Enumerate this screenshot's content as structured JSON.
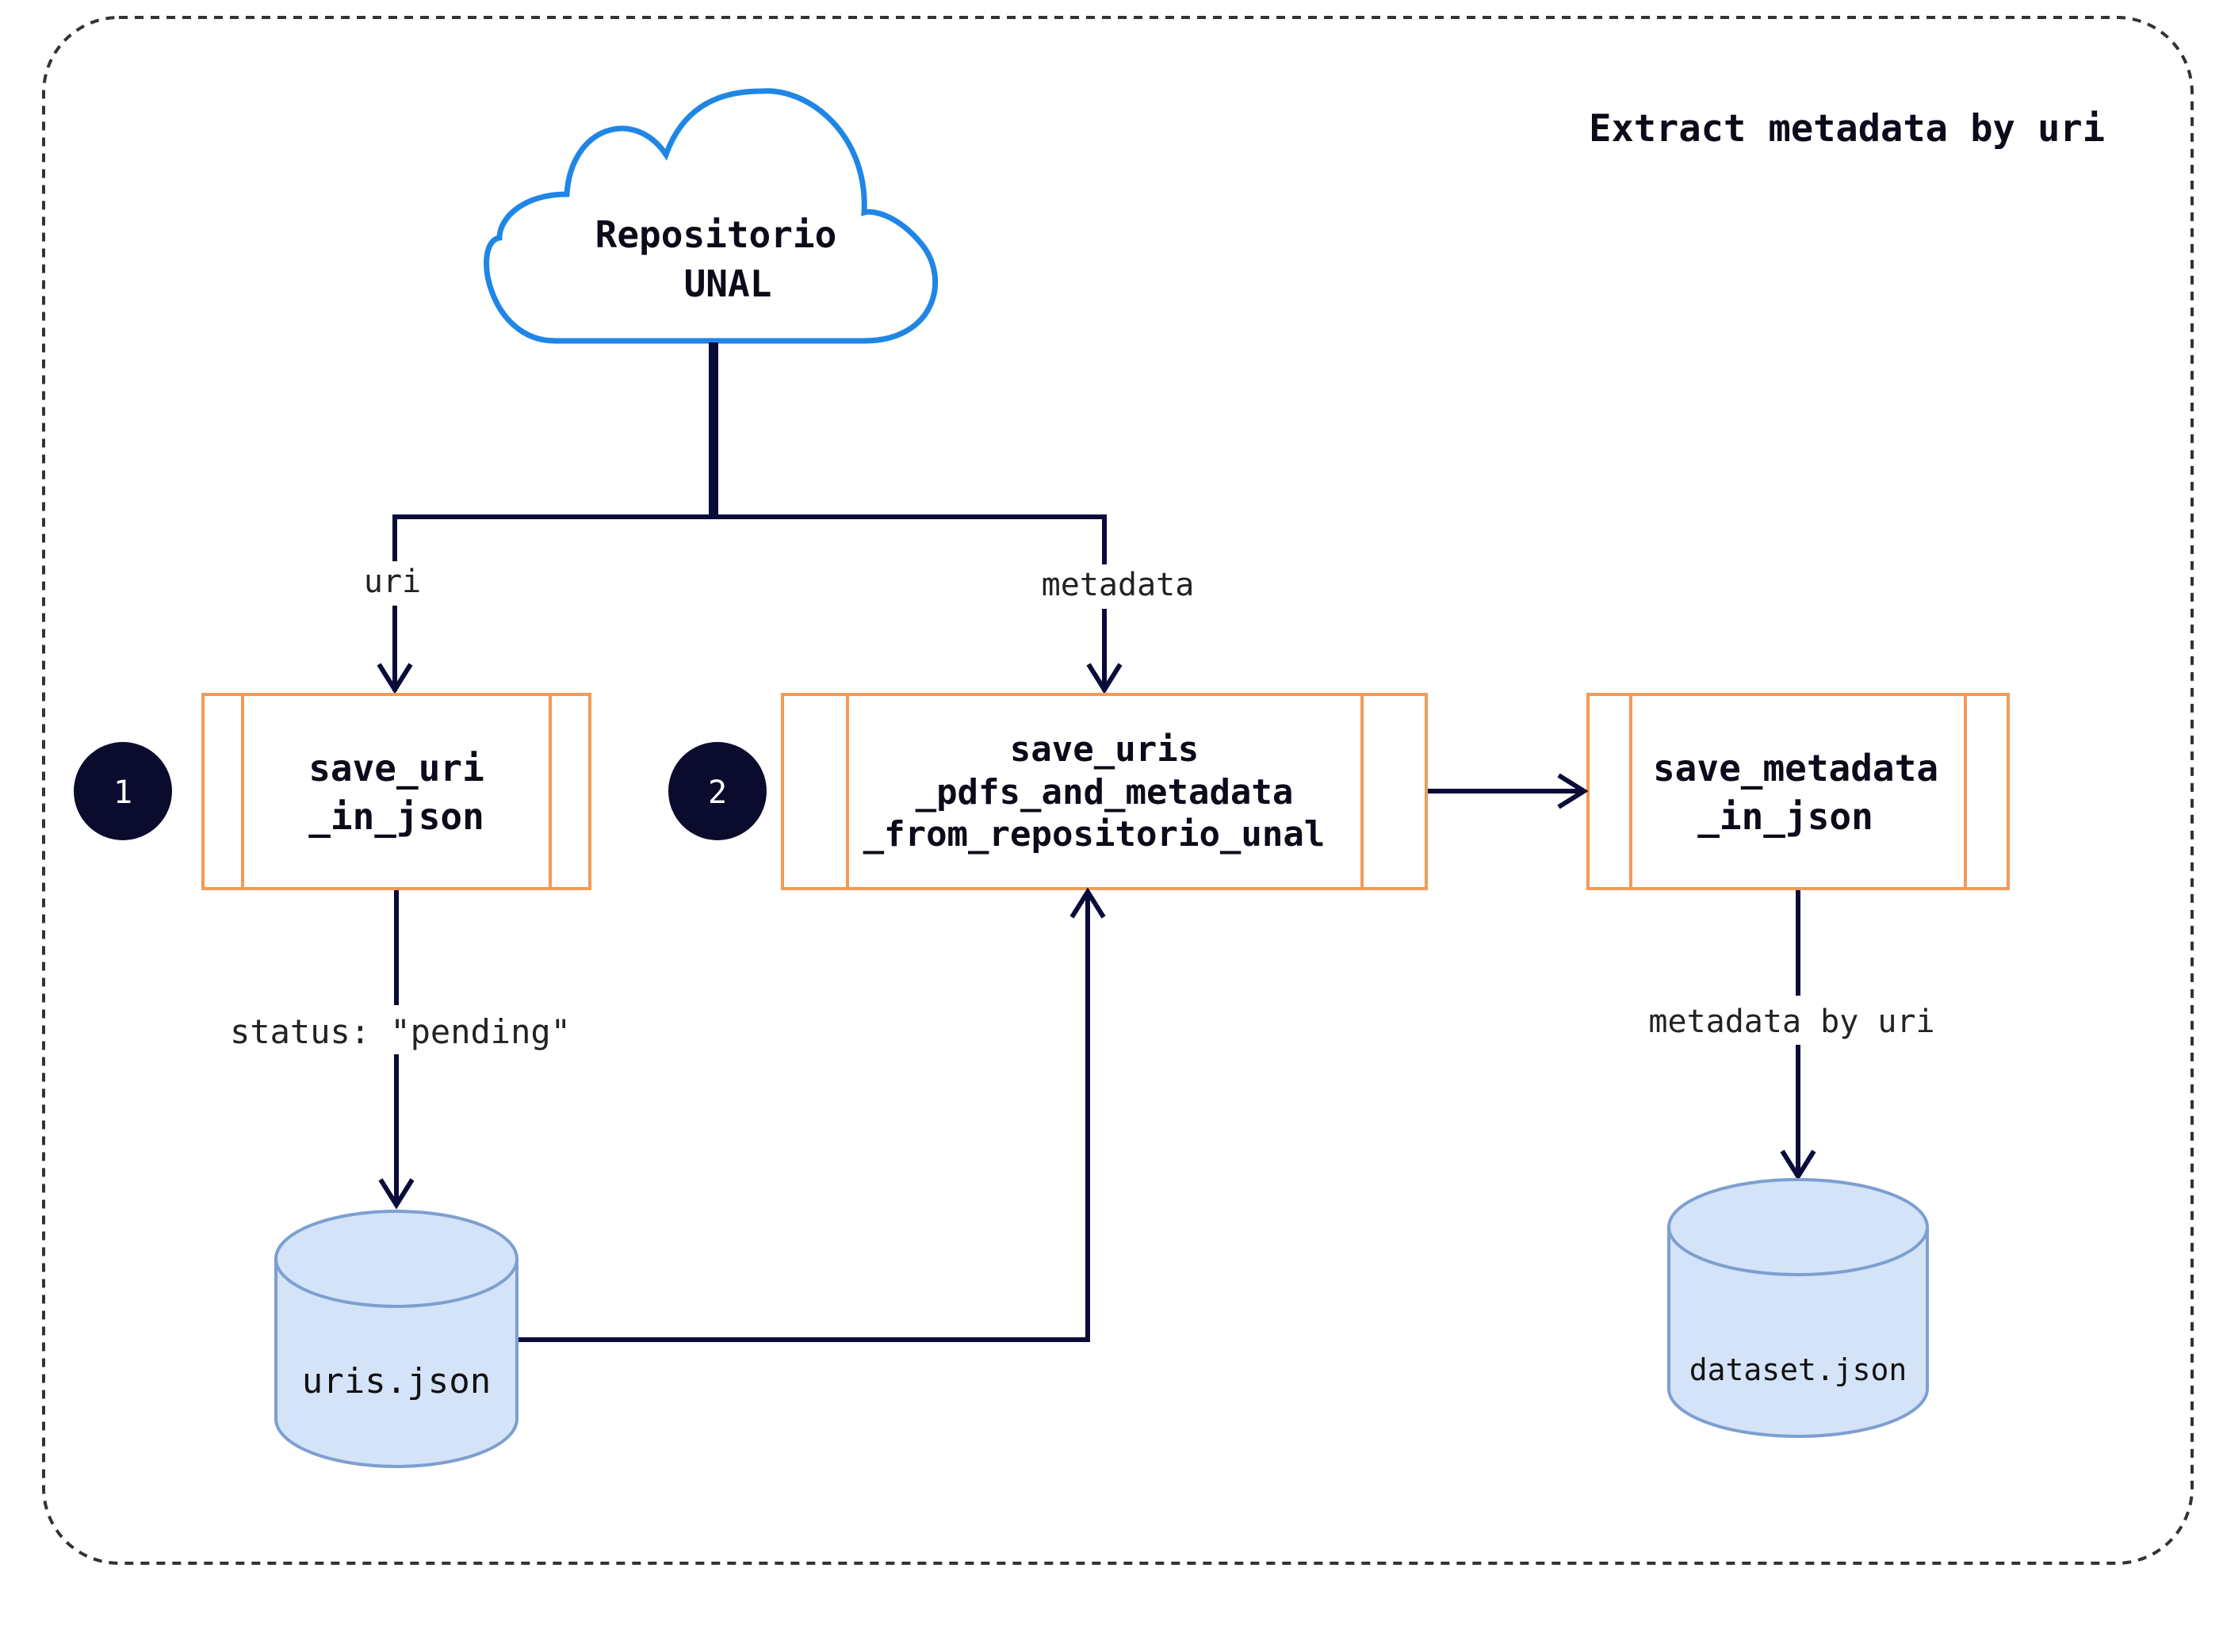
{
  "diagram": {
    "title": "Extract metadata by uri",
    "nodes": {
      "cloud": {
        "line1": "Repositorio",
        "line2": "UNAL"
      },
      "step1": {
        "badge": "1",
        "line1": "save_uri",
        "line2": "_in_json"
      },
      "step2": {
        "badge": "2",
        "line1": "save_uris",
        "line2": "_pdfs_and_metadata",
        "line3": "_from_repositorio_unal"
      },
      "step3": {
        "line1": "save_metadata",
        "line2": "_in_json"
      },
      "db_uris": {
        "label": "uris.json"
      },
      "db_dataset": {
        "label": "dataset.json"
      }
    },
    "edges": {
      "uri": "uri",
      "metadata": "metadata",
      "status": "status: \"pending\"",
      "metadata_by_uri": "metadata by uri"
    },
    "colors": {
      "frame": "#333333",
      "cloud_stroke": "#1f86e6",
      "process_stroke": "#f39a57",
      "badge_fill": "#0b0b2e",
      "line": "#0b0b3a",
      "db_fill": "#d4e3f8",
      "db_stroke": "#7d9fd1"
    }
  }
}
